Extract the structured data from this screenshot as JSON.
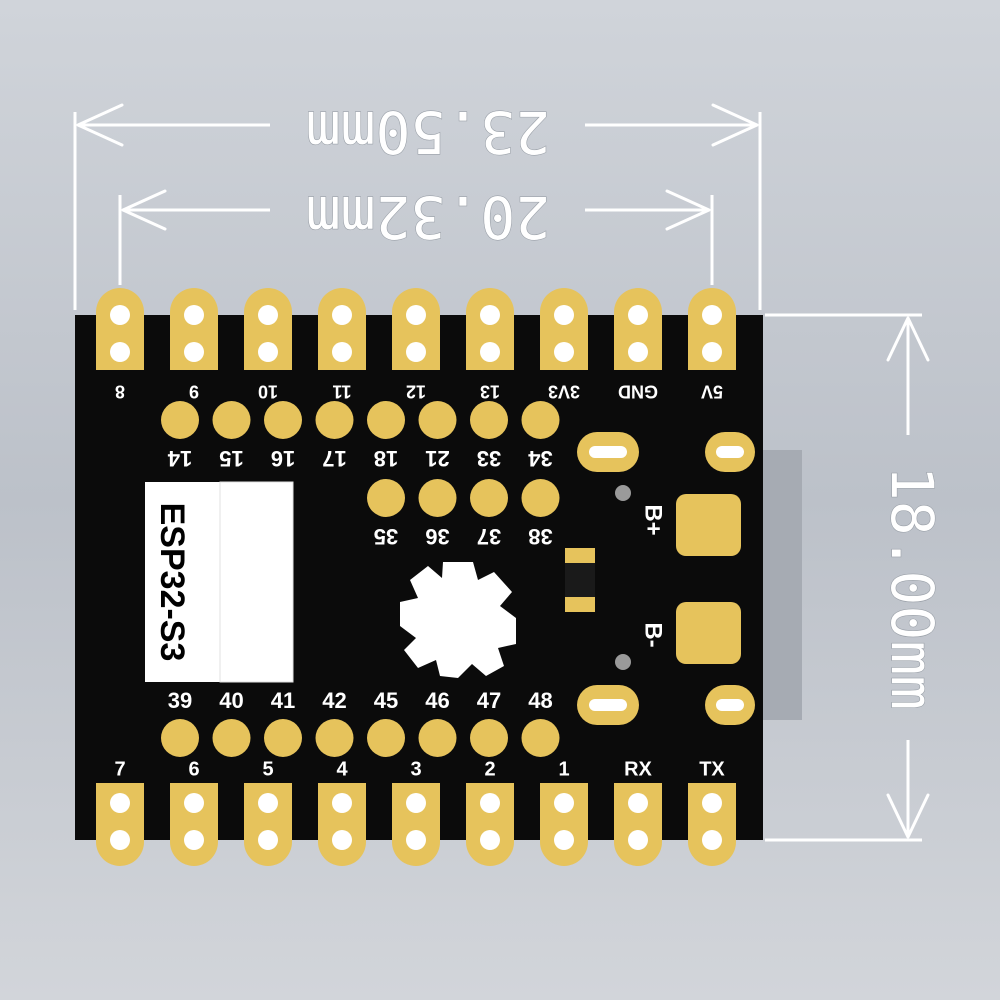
{
  "dimensions": {
    "overall_width": "23.50mm",
    "pin_pitch_width": "20.32mm",
    "height": "18.00mm"
  },
  "board": {
    "chip_label": "ESP32-S3",
    "top_pins": [
      "8",
      "9",
      "10",
      "11",
      "12",
      "13",
      "3V3",
      "GND",
      "5V"
    ],
    "bottom_pins": [
      "7",
      "6",
      "5",
      "4",
      "3",
      "2",
      "1",
      "RX",
      "TX"
    ],
    "inner_top_row": [
      "14",
      "15",
      "16",
      "17",
      "18",
      "21",
      "33",
      "34"
    ],
    "inner_mid_row": [
      "35",
      "36",
      "37",
      "38"
    ],
    "inner_bottom_row": [
      "39",
      "40",
      "41",
      "42",
      "45",
      "46",
      "47",
      "48"
    ],
    "battery_plus": "B+",
    "battery_minus": "B-"
  },
  "colors": {
    "pcb": "#0b0b0b",
    "gold": "#e6c35c",
    "silkscreen": "#ffffff",
    "background": "#c4c8ce"
  }
}
